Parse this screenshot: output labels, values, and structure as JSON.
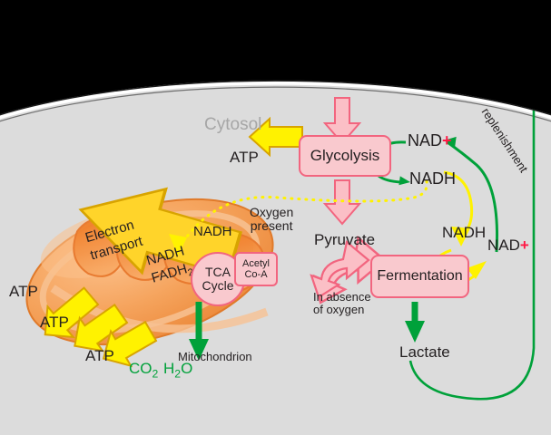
{
  "title": "Cellular respiration overview",
  "regions": {
    "cytosol": "Cytosol",
    "mitochondrion": "Mitochondrion"
  },
  "processes": {
    "glycolysis": "Glycolysis",
    "fermentation": "Fermentation",
    "tca_cycle_line1": "TCA",
    "tca_cycle_line2": "Cycle",
    "acetyl_line1": "Acetyl",
    "acetyl_line2": "Co-A",
    "electron_transport_line1": "Electron",
    "electron_transport_line2": "transport"
  },
  "molecules": {
    "atp_cytosol": "ATP",
    "atp_1": "ATP",
    "atp_2": "ATP",
    "atp_3": "ATP",
    "pyruvate": "Pyruvate",
    "lactate": "Lactate",
    "nadh_cytosol": "NADH",
    "nadh_shuttle": "NADH",
    "nadh_fermentation": "NADH",
    "nadh_etc": "NADH",
    "fadh2": "FADH",
    "fadh2_sub": "2",
    "nad_plus_glycolysis": "NAD",
    "nad_plus_glycolysis_sup": "+",
    "nad_plus_fermentation": "NAD",
    "nad_plus_fermentation_sup": "+",
    "co2": "CO",
    "co2_sub": "2",
    "h2o_h": "H",
    "h2o_sub": "2",
    "h2o_o": "O"
  },
  "annotations": {
    "oxygen_present_line1": "Oxygen",
    "oxygen_present_line2": "present",
    "absence_line1": "In absence",
    "absence_line2": "of oxygen",
    "replenishment": "replenishment"
  },
  "colors": {
    "outside": "#000000",
    "cytosol": "#dcdcdc",
    "membrane": "#ffffff",
    "pink_fill": "#f9c9ce",
    "pink_stroke": "#f2657f",
    "yellow": "#fff200",
    "yellow_stroke": "#d8a400",
    "green": "#00a13a",
    "mito_body": "#f5a35c",
    "mito_dark": "#e8782d",
    "text": "#231f20",
    "cytosol_label": "#a6a6a6"
  }
}
